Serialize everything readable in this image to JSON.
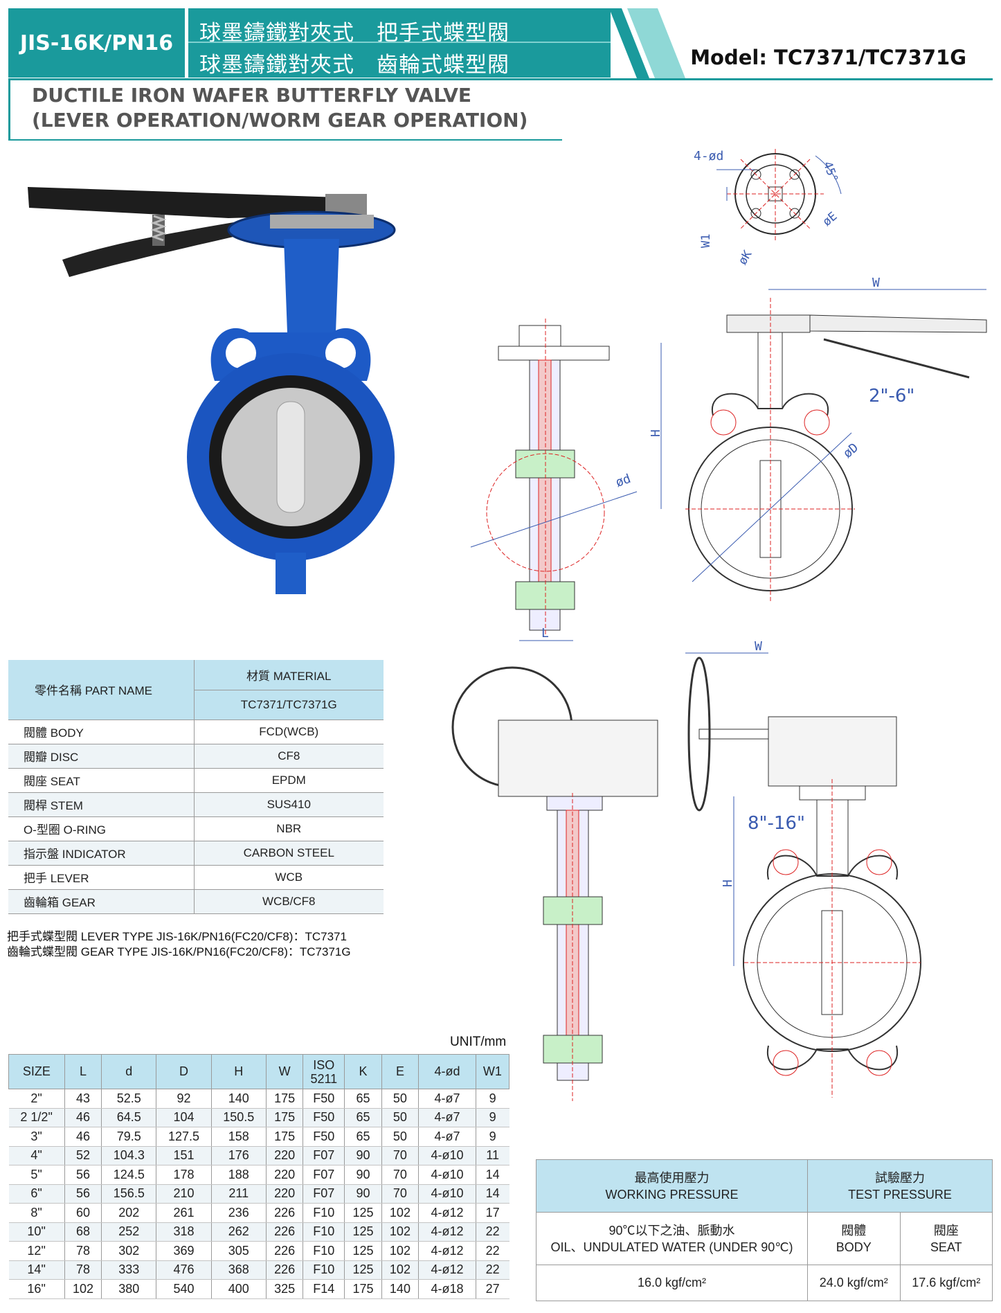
{
  "header": {
    "standard": "JIS-16K/PN16",
    "title_cn_line1": "球墨鑄鐵對夾式　把手式蝶型閥",
    "title_cn_line2": "球墨鑄鐵對夾式　齒輪式蝶型閥",
    "model": "Model: TC7371/TC7371G",
    "title_en_line1": "DUCTILE IRON WAFER BUTTERFLY  VALVE",
    "title_en_line2": "(LEVER OPERATION/WORM GEAR OPERATION)"
  },
  "drawing": {
    "flange_labels": {
      "bolts": "4-ød",
      "angle": "45°",
      "e": "øE",
      "k": "øK",
      "w1": "W1"
    },
    "lever_side": {
      "w": "W",
      "h": "H",
      "d_big": "øD",
      "d_small": "ød",
      "l": "L",
      "size_range": "2\"-6\""
    },
    "gear_side": {
      "w": "W",
      "h": "H",
      "size_range": "8\"-16\""
    }
  },
  "material_table": {
    "header_part": "零件名稱  PART NAME",
    "header_material": "材質  MATERIAL",
    "header_model": "TC7371/TC7371G",
    "rows": [
      {
        "part": "閥體  BODY",
        "material": "FCD(WCB)"
      },
      {
        "part": "閥瓣  DISC",
        "material": "CF8"
      },
      {
        "part": "閥座  SEAT",
        "material": "EPDM"
      },
      {
        "part": "閥桿  STEM",
        "material": "SUS410"
      },
      {
        "part": "O-型圈  O-RING",
        "material": "NBR"
      },
      {
        "part": "指示盤  INDICATOR",
        "material": "CARBON STEEL"
      },
      {
        "part": "把手  LEVER",
        "material": "WCB"
      },
      {
        "part": "齒輪箱  GEAR",
        "material": "WCB/CF8"
      }
    ]
  },
  "notes": {
    "line1": "把手式蝶型閥  LEVER TYPE  JIS-16K/PN16(FC20/CF8)：TC7371",
    "line2": "齒輪式蝶型閥  GEAR TYPE  JIS-16K/PN16(FC20/CF8)：TC7371G"
  },
  "unit": "UNIT/mm",
  "dimension_table": {
    "headers": [
      "SIZE",
      "L",
      "d",
      "D",
      "H",
      "W",
      "ISO 5211",
      "K",
      "E",
      "4-ød",
      "W1"
    ],
    "rows": [
      [
        "2\"",
        "43",
        "52.5",
        "92",
        "140",
        "175",
        "F50",
        "65",
        "50",
        "4-ø7",
        "9"
      ],
      [
        "2 1/2\"",
        "46",
        "64.5",
        "104",
        "150.5",
        "175",
        "F50",
        "65",
        "50",
        "4-ø7",
        "9"
      ],
      [
        "3\"",
        "46",
        "79.5",
        "127.5",
        "158",
        "175",
        "F50",
        "65",
        "50",
        "4-ø7",
        "9"
      ],
      [
        "4\"",
        "52",
        "104.3",
        "151",
        "176",
        "220",
        "F07",
        "90",
        "70",
        "4-ø10",
        "11"
      ],
      [
        "5\"",
        "56",
        "124.5",
        "178",
        "188",
        "220",
        "F07",
        "90",
        "70",
        "4-ø10",
        "14"
      ],
      [
        "6\"",
        "56",
        "156.5",
        "210",
        "211",
        "220",
        "F07",
        "90",
        "70",
        "4-ø10",
        "14"
      ],
      [
        "8\"",
        "60",
        "202",
        "261",
        "236",
        "226",
        "F10",
        "125",
        "102",
        "4-ø12",
        "17"
      ],
      [
        "10\"",
        "68",
        "252",
        "318",
        "262",
        "226",
        "F10",
        "125",
        "102",
        "4-ø12",
        "22"
      ],
      [
        "12\"",
        "78",
        "302",
        "369",
        "305",
        "226",
        "F10",
        "125",
        "102",
        "4-ø12",
        "22"
      ],
      [
        "14\"",
        "78",
        "333",
        "476",
        "368",
        "226",
        "F10",
        "125",
        "102",
        "4-ø12",
        "22"
      ],
      [
        "16\"",
        "102",
        "380",
        "540",
        "400",
        "325",
        "F14",
        "175",
        "140",
        "4-ø18",
        "27"
      ]
    ]
  },
  "pressure_table": {
    "working_cn": "最高使用壓力",
    "working_en": "WORKING PRESSURE",
    "test_cn": "試驗壓力",
    "test_en": "TEST PRESSURE",
    "medium_cn": "90℃以下之油、脈動水",
    "medium_en": "OIL、UNDULATED WATER (UNDER 90℃)",
    "body_cn": "閥體",
    "body_en": "BODY",
    "seat_cn": "閥座",
    "seat_en": "SEAT",
    "working_value": "16.0 kgf/cm²",
    "body_value": "24.0 kgf/cm²",
    "seat_value": "17.6 kgf/cm²"
  }
}
